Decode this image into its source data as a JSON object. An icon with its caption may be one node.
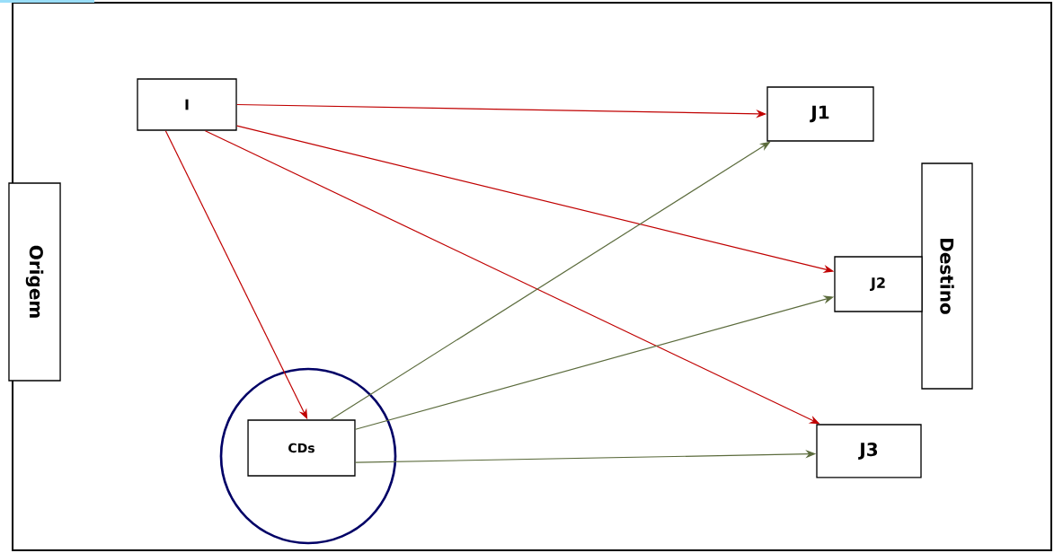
{
  "diagram": {
    "nodes": [
      {
        "text": [
          "Origem"
        ]
      },
      {
        "text": [
          "I"
        ]
      },
      {
        "text": [
          "J1"
        ]
      },
      {
        "text": [
          "Destino"
        ]
      },
      {
        "text": [
          "J2"
        ]
      },
      {
        "text": [],
        "shape": "circle"
      },
      {
        "text": [
          "CDs"
        ],
        "in": 5
      },
      {
        "text": [
          "J3"
        ]
      }
    ],
    "edges": [
      {
        "from": 1,
        "to": 2,
        "arrow": "to",
        "color": "#c00000"
      },
      {
        "from": 1,
        "to": 4,
        "arrow": "to",
        "color": "#c00000"
      },
      {
        "from": 1,
        "to": 7,
        "arrow": "to",
        "color": "#c00000"
      },
      {
        "from": 1,
        "to": 6,
        "arrow": "to",
        "color": "#c00000"
      },
      {
        "from": 6,
        "to": 2,
        "arrow": "to",
        "color": "#5b6b3c"
      },
      {
        "from": 6,
        "to": 4,
        "arrow": "to",
        "color": "#5b6b3c"
      },
      {
        "from": 6,
        "to": 7,
        "arrow": "to",
        "color": "#5b6b3c"
      }
    ]
  }
}
